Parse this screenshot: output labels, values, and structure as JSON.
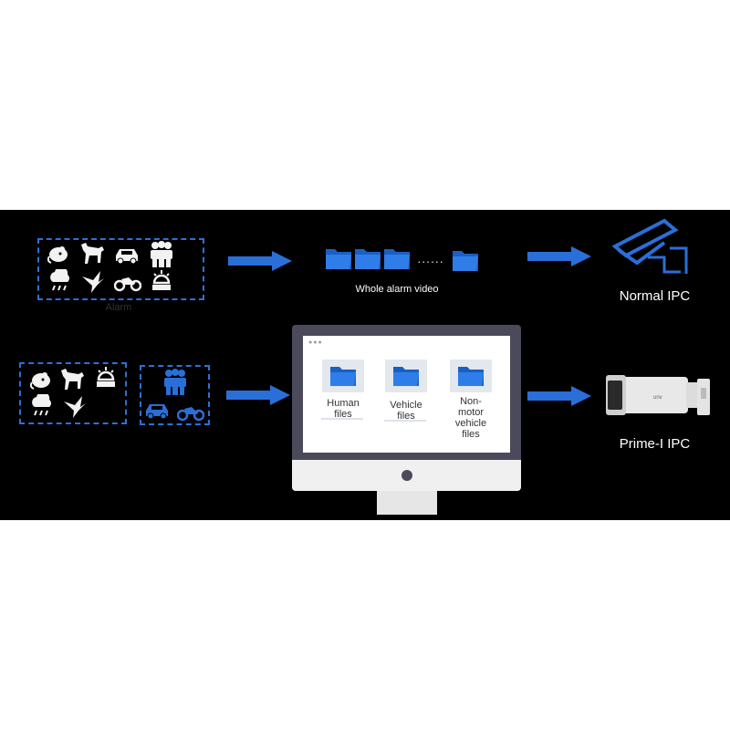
{
  "top_row": {
    "source_label": "Alarm",
    "source_icons": [
      "mouse-icon",
      "dog-icon",
      "car-icon",
      "crowd-icon",
      "rain-icon",
      "bird-icon",
      "motorcycle-icon",
      "alarm-light-icon"
    ],
    "folders_label": "Whole alarm video",
    "folders_ellipsis": "......",
    "camera_label": "Normal IPC"
  },
  "bottom_row": {
    "ignored_icons": [
      "mouse-icon",
      "dog-icon",
      "alarm-light-icon",
      "rain-icon",
      "bird-icon"
    ],
    "target_icons": [
      "crowd-icon",
      "car-icon",
      "motorcycle-icon"
    ],
    "files": [
      {
        "label": "Human\nfiles"
      },
      {
        "label": "Vehicle\nfiles"
      },
      {
        "label": "Non-\nmotor\nvehicle\nfiles"
      }
    ],
    "camera_label": "Prime-I IPC"
  },
  "colors": {
    "accent": "#2a6fd8",
    "background": "#000000"
  }
}
